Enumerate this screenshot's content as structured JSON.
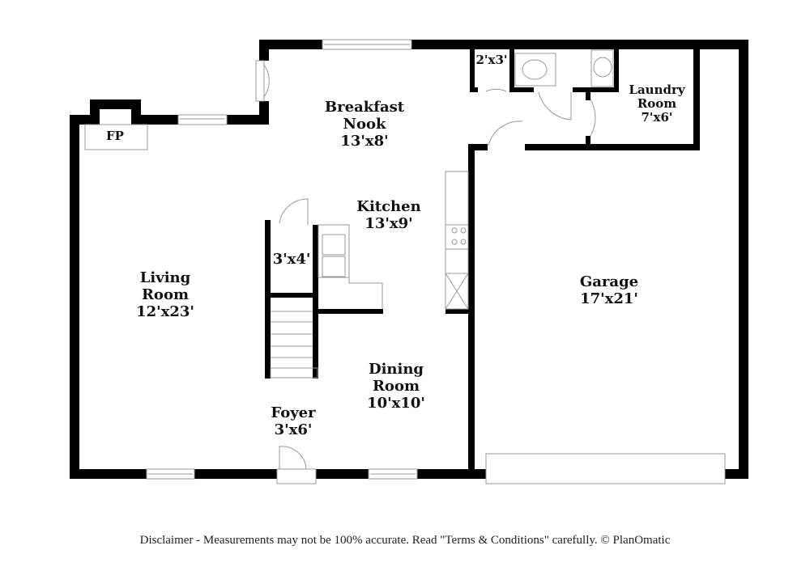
{
  "floorplan": {
    "rooms": [
      {
        "id": "breakfast-nook",
        "name_line1": "Breakfast",
        "name_line2": "Nook",
        "dims": "13'x8'"
      },
      {
        "id": "laundry-room",
        "name_line1": "Laundry",
        "name_line2": "Room",
        "dims": "7'x6'"
      },
      {
        "id": "kitchen",
        "name_line1": "Kitchen",
        "dims": "13'x9'"
      },
      {
        "id": "living-room",
        "name_line1": "Living",
        "name_line2": "Room",
        "dims": "12'x23'"
      },
      {
        "id": "garage",
        "name_line1": "Garage",
        "dims": "17'x21'"
      },
      {
        "id": "dining-room",
        "name_line1": "Dining",
        "name_line2": "Room",
        "dims": "10'x10'"
      },
      {
        "id": "foyer",
        "name_line1": "Foyer",
        "dims": "3'x6'"
      },
      {
        "id": "closet-3x4",
        "dims": "3'x4'"
      },
      {
        "id": "closet-2x3",
        "dims": "2'x3'"
      }
    ],
    "fixtures": {
      "fireplace_label": "FP"
    },
    "wall_color": "#000000",
    "fixture_color": "#999999"
  },
  "footer": {
    "disclaimer": "Disclaimer - Measurements may not be 100% accurate. Read \"Terms & Conditions\" carefully. © PlanOmatic"
  }
}
